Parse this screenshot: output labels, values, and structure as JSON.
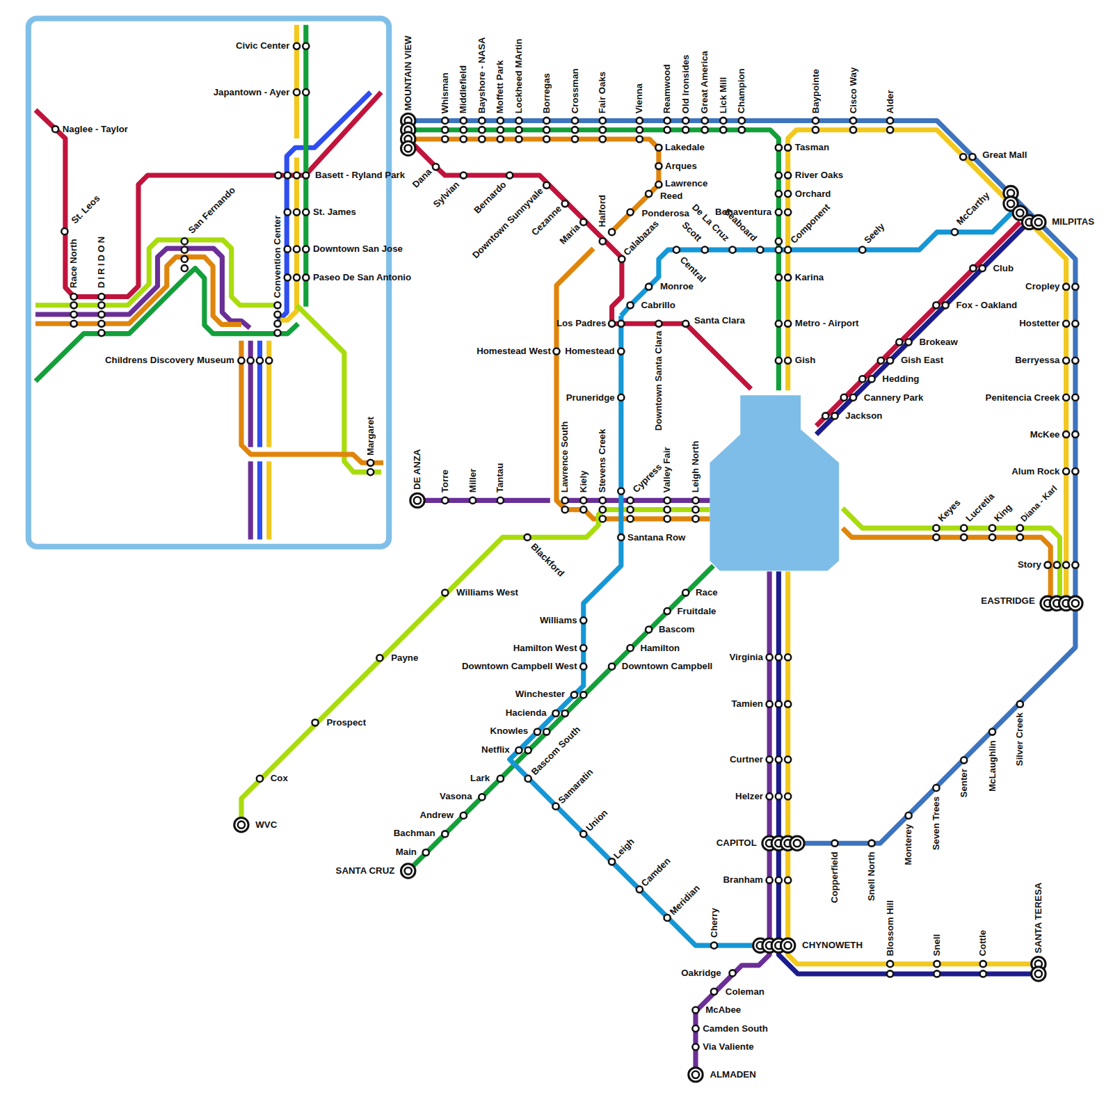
{
  "diagram": {
    "labels": [
      "Civic Center",
      "Japantown - Ayer",
      "Naglee - Taylor",
      "Basett - Ryland Park",
      "St. James",
      "St. Leos",
      "San Fernando",
      "Downtown San Jose",
      "Paseo De San Antonio",
      "Race North",
      "DIRIDON",
      "Convention Center",
      "Childrens Discovery Museum",
      "Margaret",
      "MOUNTAIN VIEW",
      "Whisman",
      "Middlefield",
      "Bayshore - NASA",
      "Moffett Park",
      "Lockheed MArtin",
      "Borregas",
      "Crossman",
      "Fair Oaks",
      "Vienna",
      "Reamwood",
      "Old Ironsides",
      "Great America",
      "Lick Mill",
      "Champion",
      "Baypointe",
      "Cisco Way",
      "Alder",
      "Lakedale",
      "Tasman",
      "Great Mall",
      "Dana",
      "Arques",
      "River Oaks",
      "Sylvian",
      "Bernardo",
      "Lawrence",
      "Downtown Sunnyvale",
      "Reed",
      "Orchard",
      "Cezanne",
      "Ponderosa",
      "Bonaventura",
      "Maria",
      "Halford",
      "Calabazas",
      "MILPITAS",
      "McCarthy",
      "Scott",
      "De La Cruz",
      "Seaboard",
      "Component",
      "Seely",
      "Central",
      "Club",
      "Karina",
      "Monroe",
      "Cropley",
      "Cabrillo",
      "Fox - Oakland",
      "Los Padres",
      "Santa Clara",
      "Metro - Airport",
      "Hostetter",
      "Downtown Santa Clara",
      "Brokeaw",
      "Homestead West",
      "Homestead",
      "Gish",
      "Gish East",
      "Berryessa",
      "Hedding",
      "Pruneridge",
      "Cannery Park",
      "Penitencia Creek",
      "Jackson",
      "McKee",
      "Alum Rock",
      "DE ANZA",
      "Torre",
      "Miller",
      "Tantau",
      "Lawrence South",
      "Kiely",
      "Stevens Creek",
      "Cypress",
      "Valley Fair",
      "Leigh North",
      "Keyes",
      "Lucretia",
      "King",
      "Diana - Karl",
      "Santana Row",
      "Blackford",
      "Story",
      "Williams West",
      "Race",
      "EASTRIDGE",
      "Fruitdale",
      "Williams",
      "Bascom",
      "Hamilton West",
      "Hamilton",
      "Virginia",
      "Payne",
      "Downtown Campbell West",
      "Downtown Campbell",
      "Winchester",
      "Tamien",
      "Hacienda",
      "Silver Creek",
      "Prospect",
      "Knowles",
      "McLaughlin",
      "Netflix",
      "Curtner",
      "Senter",
      "Bascom South",
      "Lark",
      "Cox",
      "Seven Trees",
      "Helzer",
      "Vasona",
      "Samaratin",
      "Andrew",
      "Monterey",
      "WVC",
      "Union",
      "Bachman",
      "CAPITOL",
      "Copperfield",
      "Snell North",
      "Main",
      "Leigh",
      "SANTA CRUZ",
      "Branham",
      "Camden",
      "Meridian",
      "Cherry",
      "CHYNOWETH",
      "Blossom Hill",
      "Snell",
      "Cottle",
      "SANTA TERESA",
      "Oakridge",
      "Coleman",
      "McAbee",
      "Camden South",
      "Via Valiente",
      "ALMADEN"
    ]
  }
}
